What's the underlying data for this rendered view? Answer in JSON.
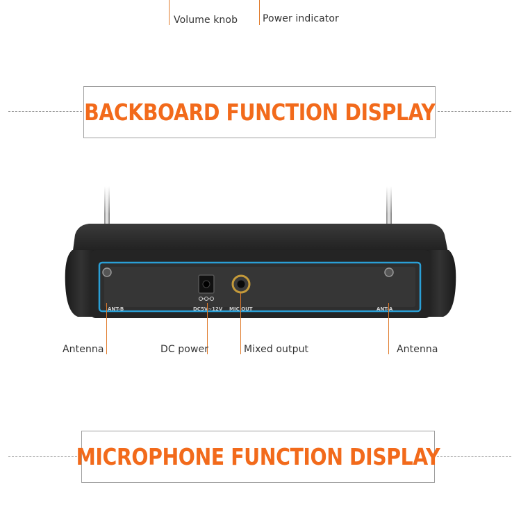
{
  "top_labels": {
    "volume_knob": "Volume knob",
    "power_indicator": "Power indicator"
  },
  "backboard_banner": {
    "title": "BACKBOARD FUNCTION DISPLAY"
  },
  "device_panel": {
    "ant_b": "ANT-B",
    "dc_label": "DC5V~12V",
    "mic_out": "MIC OUT",
    "ant_a": "ANT-A"
  },
  "callouts": {
    "antenna_left": "Antenna",
    "dc_power": "DC power",
    "mixed_output": "Mixed output",
    "antenna_right": "Antenna"
  },
  "microphone_banner": {
    "title": "MICROPHONE FUNCTION DISPLAY"
  },
  "colors": {
    "accent_orange": "#f26a1b",
    "leader_line": "#e07a2a",
    "panel_blue": "#2a9fd6",
    "device_body": "#2a2a2a"
  }
}
